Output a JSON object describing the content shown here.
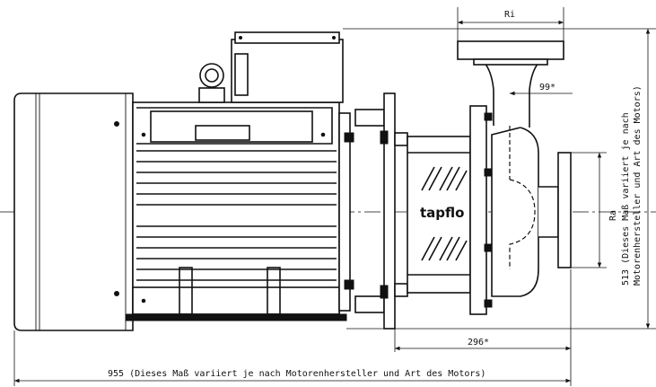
{
  "dimensions": {
    "ri": "Ri",
    "ra": "Ra",
    "d99": "99*",
    "d296": "296*",
    "height_note_line1": "513 (Dieses Maß variiert je nach",
    "height_note_line2": "Motorenhersteller und Art des Motors)",
    "length_note": "955 (Dieses Maß variiert je nach Motorenhersteller und Art des Motors)"
  },
  "brand": "tapflo",
  "colors": {
    "line": "#111111",
    "background": "#ffffff"
  }
}
